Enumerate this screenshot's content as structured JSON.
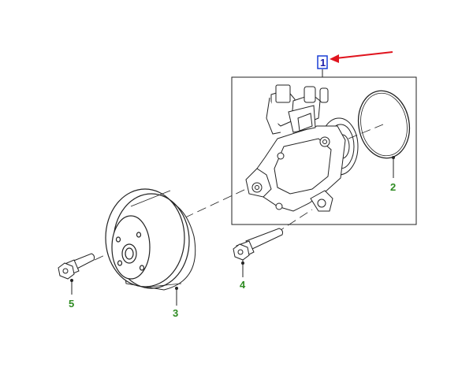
{
  "diagram": {
    "callouts": [
      {
        "id": "1",
        "label": "1",
        "color": "#1a1aa8",
        "highlighted": true
      },
      {
        "id": "2",
        "label": "2",
        "color": "#2e8b22"
      },
      {
        "id": "3",
        "label": "3",
        "color": "#2e8b22"
      },
      {
        "id": "4",
        "label": "4",
        "color": "#2e8b22"
      },
      {
        "id": "5",
        "label": "5",
        "color": "#2e8b22"
      }
    ],
    "colors": {
      "line": "#222222",
      "arrow": "#e0141e",
      "highlight_box": "#1a3fd6"
    }
  }
}
